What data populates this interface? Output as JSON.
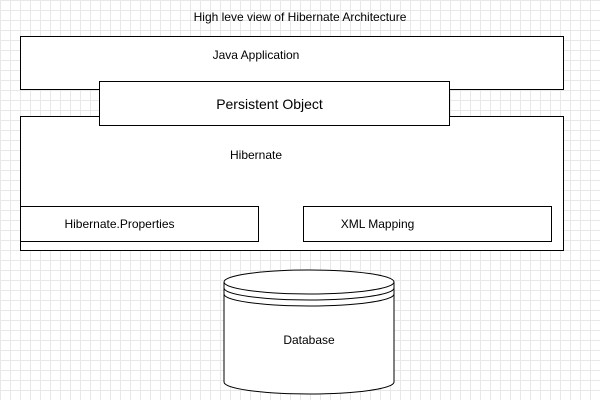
{
  "diagram": {
    "title": "High leve view of Hibernate Architecture",
    "java_application": "Java Application",
    "persistent_object": "Persistent Object",
    "hibernate": "Hibernate",
    "hibernate_properties": "Hibernate.Properties",
    "xml_mapping": "XML Mapping",
    "database": "Database"
  },
  "colors": {
    "stroke": "#000000",
    "fill": "#ffffff",
    "grid": "#e8e8e8"
  },
  "icons": {
    "database": "database-cylinder-icon"
  }
}
